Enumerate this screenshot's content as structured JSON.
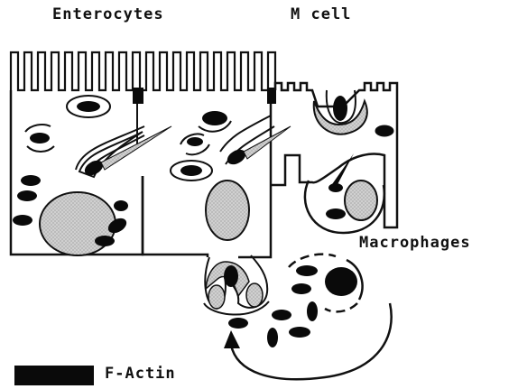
{
  "labels": {
    "enterocytes": "Enterocytes",
    "m_cell": "M cell",
    "macrophages": "Macrophages"
  },
  "legend": {
    "swatch_color": "#0a0a0a",
    "label": "F-Actin"
  },
  "colors": {
    "outline": "#111111",
    "nucleus_fill": "#c8c8c8",
    "factin": "#0a0a0a",
    "background": "#ffffff"
  }
}
